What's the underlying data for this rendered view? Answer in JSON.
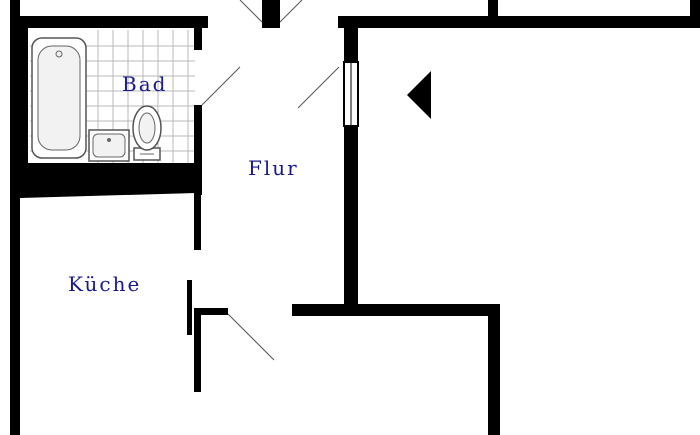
{
  "rooms": {
    "bad": "Bad",
    "flur": "Flur",
    "kueche": "Küche"
  },
  "colors": {
    "wall": "#000000",
    "label": "#1a1a8c",
    "tile_grid": "#b8b8b8",
    "fixture_fill": "#f2f2f2",
    "background": "#ffffff"
  }
}
